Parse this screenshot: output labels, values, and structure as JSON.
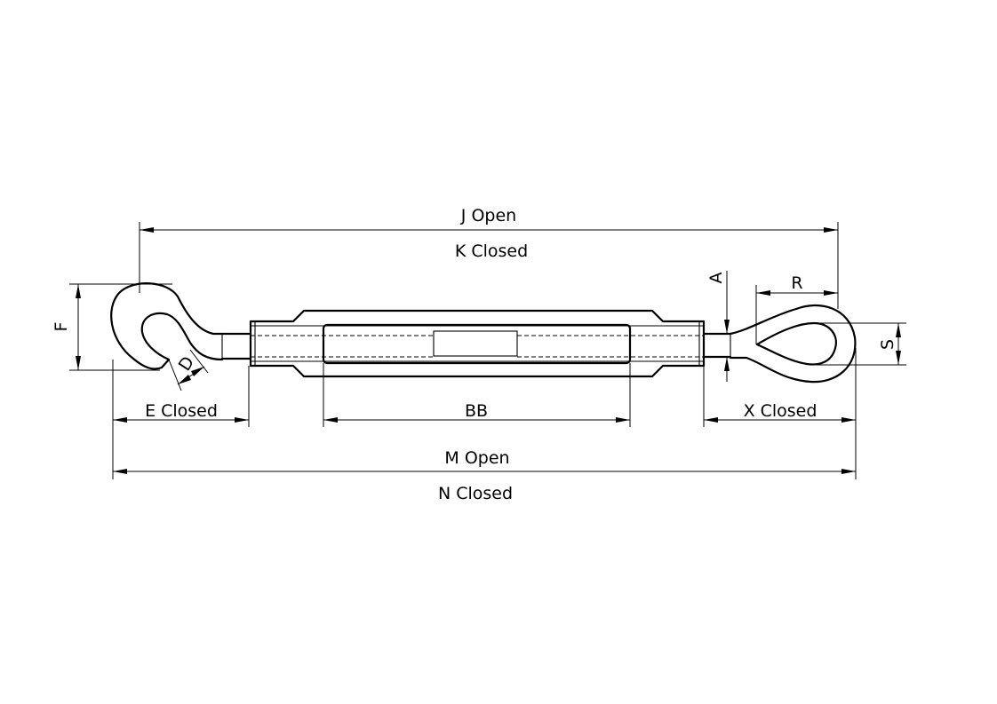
{
  "labels": {
    "j_open": "J Open",
    "k_closed": "K Closed",
    "f": "F",
    "d": "D",
    "a": "A",
    "r": "R",
    "s": "S",
    "e_closed": "E Closed",
    "bb": "BB",
    "x_closed": "X Closed",
    "m_open": "M Open",
    "n_closed": "N Closed"
  }
}
